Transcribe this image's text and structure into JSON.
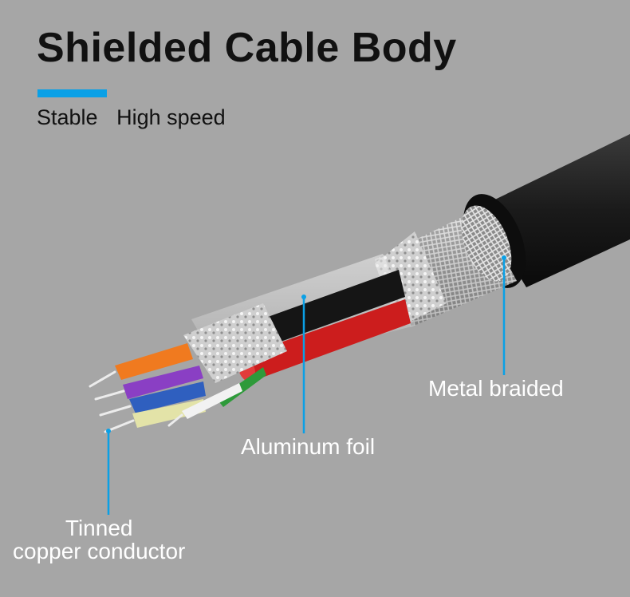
{
  "header": {
    "title": "Shielded Cable Body",
    "subtitle": [
      "Stable",
      "High speed"
    ]
  },
  "callouts": {
    "metal_braided": "Metal braided",
    "aluminum_foil": "Aluminum foil",
    "tinned_line1": "Tinned",
    "tinned_line2": "copper conductor"
  },
  "colors": {
    "background": "#a6a6a6",
    "accent": "#0aa0e6",
    "jacket": "#1a1a1a"
  }
}
